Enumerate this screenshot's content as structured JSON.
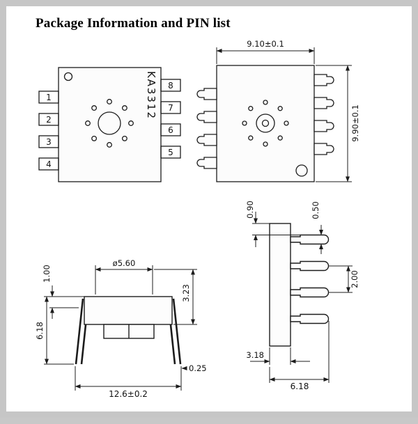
{
  "page": {
    "title": "Package Information and PIN list"
  },
  "top_view": {
    "chip_label": "KA3312",
    "left_pins": [
      "1",
      "2",
      "3",
      "4"
    ],
    "right_pins": [
      "8",
      "7",
      "6",
      "5"
    ]
  },
  "bottom_view": {
    "width": "9.10±0.1",
    "height": "9.90±0.1"
  },
  "side_view": {
    "standoff": "1.00",
    "height": "6.18",
    "lens_diameter": "ø5.60",
    "body_height": "3.23",
    "overall_width": "12.6±0.2",
    "lead_thickness": "0.25"
  },
  "pin_view": {
    "top_offset": "0.90",
    "pin_thickness": "0.50",
    "pin_pitch": "2.00",
    "body_width": "3.18",
    "pin_length": "6.18"
  }
}
